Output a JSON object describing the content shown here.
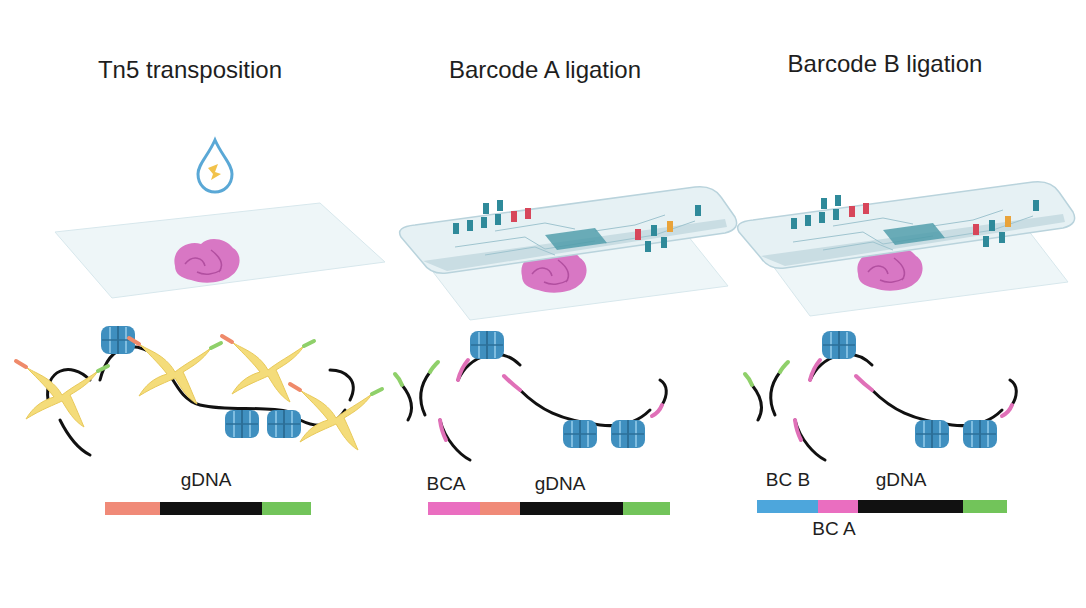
{
  "diagram": {
    "labels": [
      "Tn5 transposition",
      "Barcode A ligation",
      "Barcode B ligation",
      "gDNA",
      "BCA",
      "gDNA",
      "BC B",
      "BC A",
      "gDNA"
    ]
  }
}
